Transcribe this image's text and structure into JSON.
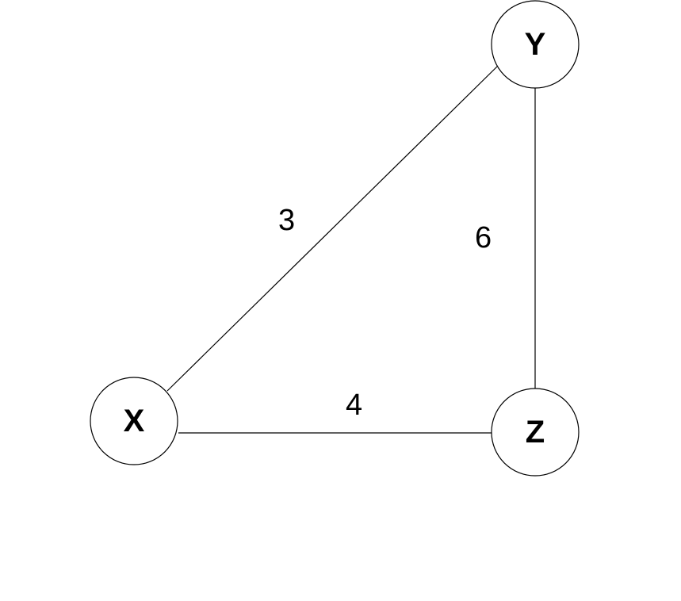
{
  "graph": {
    "nodes": [
      {
        "id": "X",
        "label": "X"
      },
      {
        "id": "Y",
        "label": "Y"
      },
      {
        "id": "Z",
        "label": "Z"
      }
    ],
    "edges": [
      {
        "from": "X",
        "to": "Y",
        "weight": "3"
      },
      {
        "from": "Y",
        "to": "Z",
        "weight": "6"
      },
      {
        "from": "X",
        "to": "Z",
        "weight": "4"
      }
    ]
  },
  "colors": {
    "stroke": "#000000",
    "background": "#ffffff"
  }
}
